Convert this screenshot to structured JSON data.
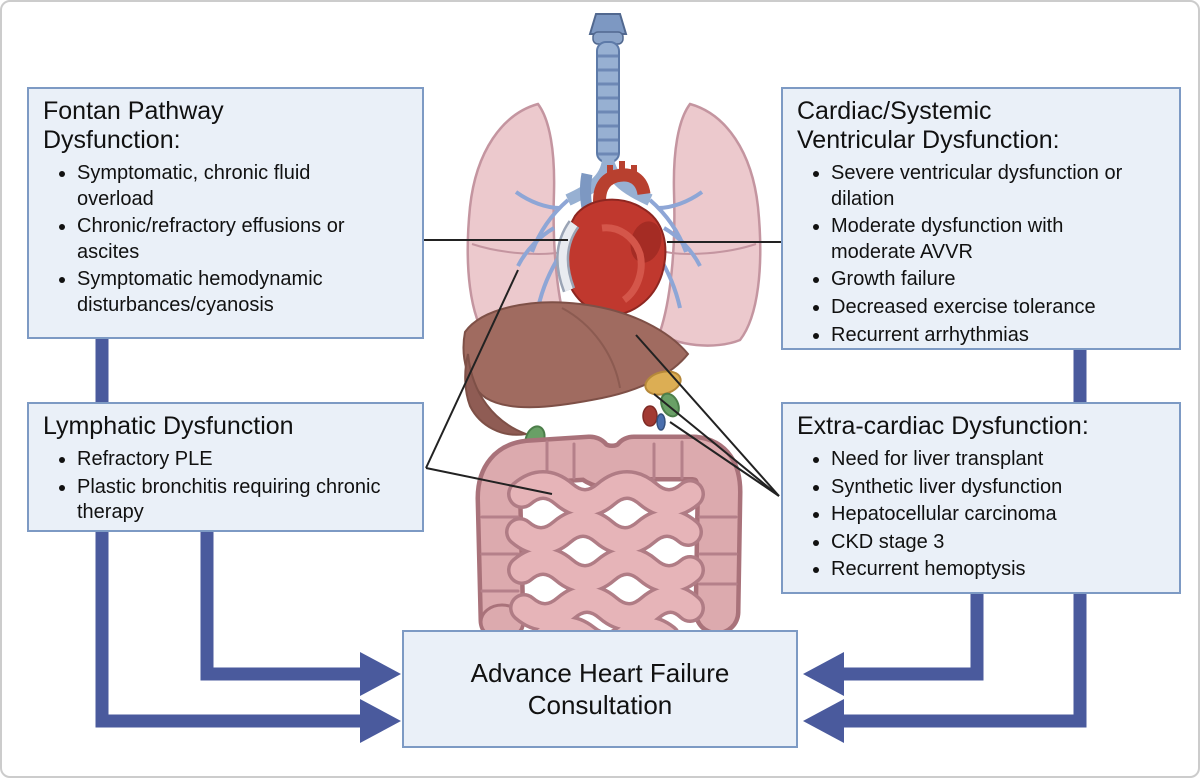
{
  "boxes": {
    "fontan": {
      "title": "Fontan Pathway Dysfunction:",
      "bullets": [
        "Symptomatic, chronic fluid overload",
        "Chronic/refractory effusions or ascites",
        "Symptomatic hemodynamic disturbances/cyanosis"
      ]
    },
    "cardiac": {
      "title": "Cardiac/Systemic Ventricular Dysfunction:",
      "bullets": [
        "Severe ventricular dysfunction or dilation",
        "Moderate dysfunction with moderate AVVR",
        "Growth failure",
        "Decreased exercise tolerance",
        "Recurrent arrhythmias"
      ]
    },
    "lymphatic": {
      "title": "Lymphatic Dysfunction",
      "bullets": [
        "Refractory PLE",
        "Plastic bronchitis requiring chronic therapy"
      ]
    },
    "extracardiac": {
      "title": "Extra-cardiac Dysfunction:",
      "bullets": [
        "Need for liver transplant",
        "Synthetic liver dysfunction",
        "Hepatocellular carcinoma",
        "CKD stage 3",
        "Recurrent hemoptysis"
      ]
    },
    "consultation": {
      "title": "Advance Heart Failure Consultation"
    }
  },
  "illustration": {
    "organs": [
      "trachea",
      "lungs",
      "heart",
      "liver",
      "gallbladder",
      "pancreas",
      "large-intestine",
      "small-intestine"
    ]
  },
  "colors": {
    "arrow": "#4a5a9d",
    "box_fill": "#eaf0f8",
    "box_border": "#7d9ac4",
    "connector_line": "#222222",
    "background": "#ffffff"
  }
}
